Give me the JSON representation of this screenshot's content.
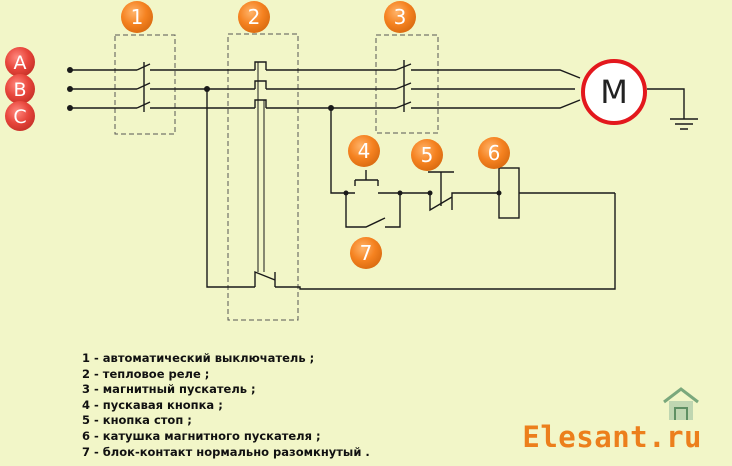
{
  "phases": [
    "A",
    "B",
    "C"
  ],
  "markers": [
    "1",
    "2",
    "3",
    "4",
    "5",
    "6",
    "7"
  ],
  "motor_label": "M",
  "legend": [
    "1 - автоматический выключатель ;",
    "2 - тепловое реле ;",
    "3 - магнитный пускатель ;",
    "4 - пускавая кнопка ;",
    "5 - кнопка стоп ;",
    "6 - катушка магнитного пускателя ;",
    "7 - блок-контакт нормально разомкнутый ."
  ],
  "brand": "Elesant.ru",
  "colors": {
    "marker": "#f58220",
    "phase": "#e8463c",
    "motor_ring": "#e3181d",
    "brand": "#ec7f1c",
    "background": "#f2f6c8"
  }
}
